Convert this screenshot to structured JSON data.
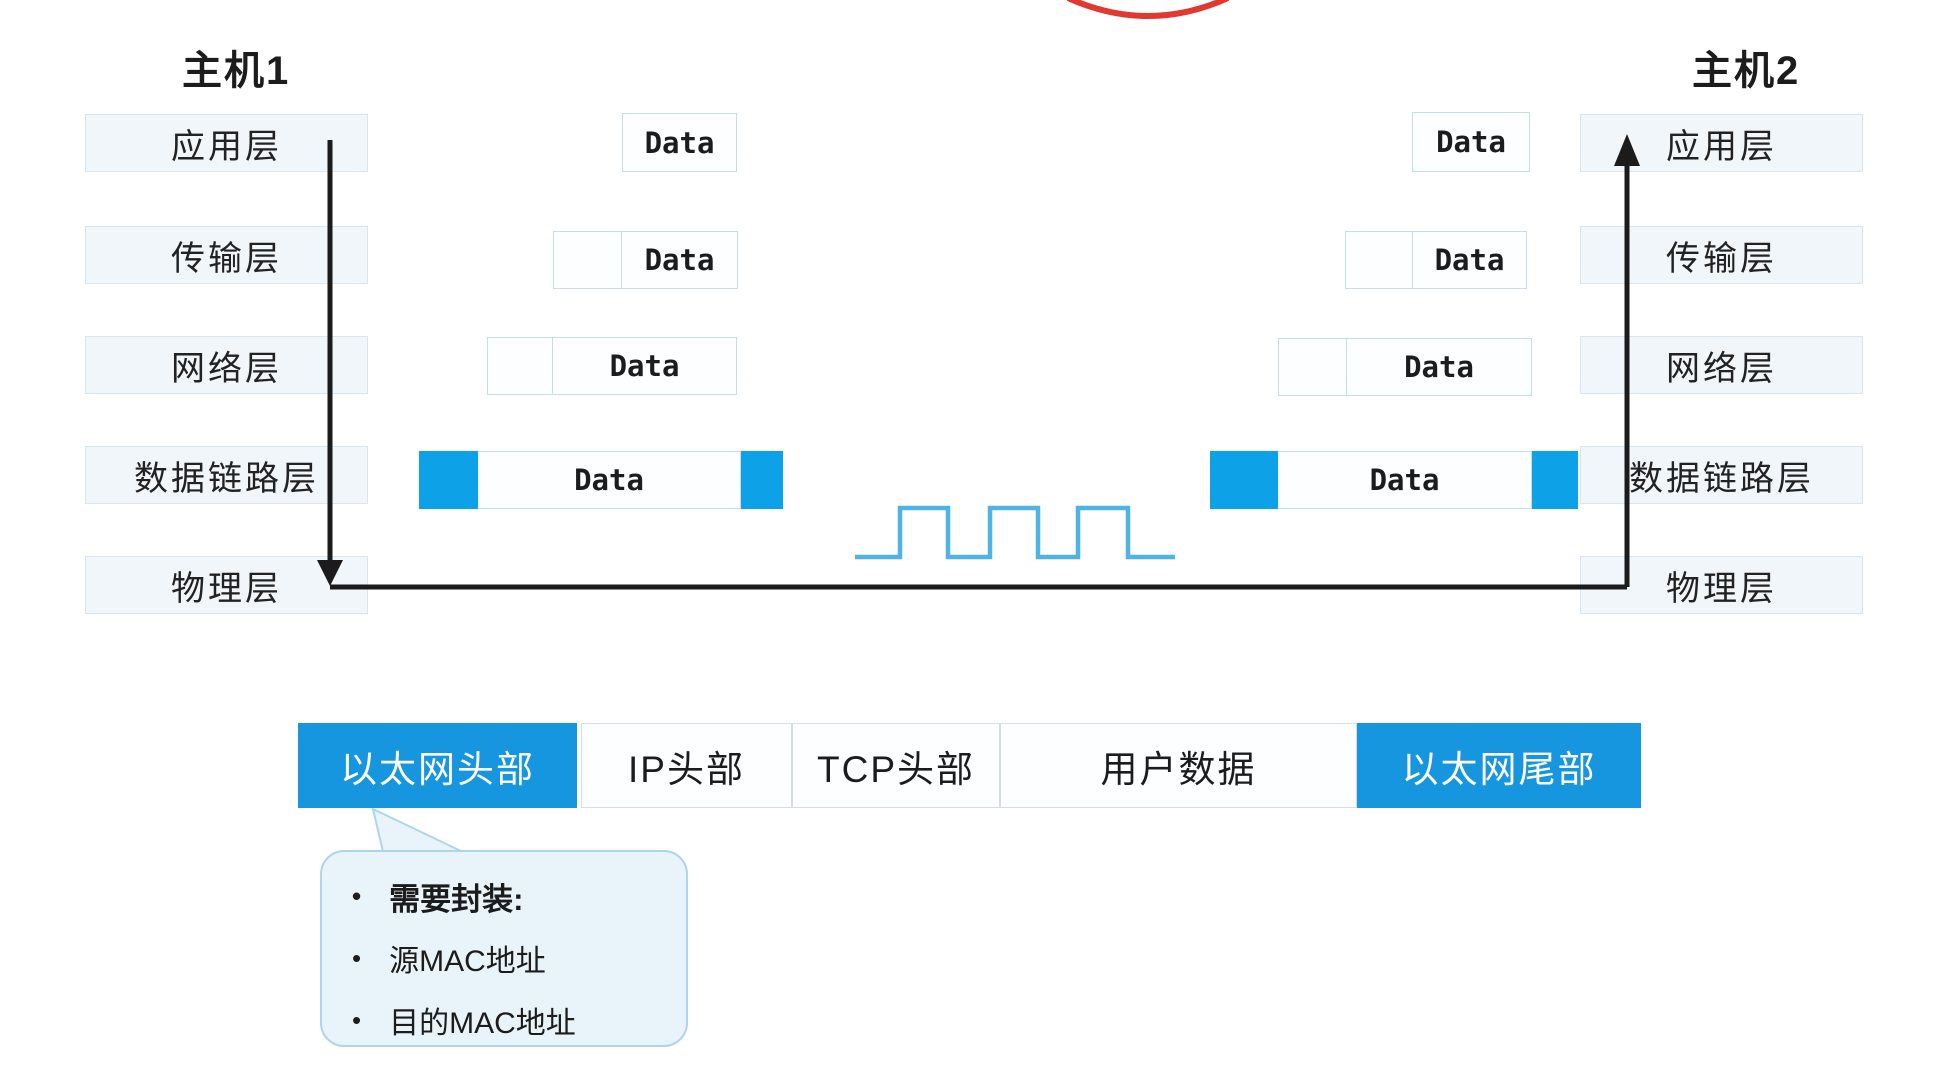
{
  "diagram_title_note": "TCP/IP encapsulation between two hosts",
  "hosts": [
    {
      "title": "主机1",
      "layers": [
        "应用层",
        "传输层",
        "网络层",
        "数据链路层",
        "物理层"
      ]
    },
    {
      "title": "主机2",
      "layers": [
        "应用层",
        "传输层",
        "网络层",
        "数据链路层",
        "物理层"
      ]
    }
  ],
  "encapsulation": {
    "data_label": "Data"
  },
  "frame_bar": {
    "segments": [
      {
        "label": "以太网头部",
        "style": "blue"
      },
      {
        "label": "IP头部",
        "style": "white"
      },
      {
        "label": "TCP头部",
        "style": "white"
      },
      {
        "label": "用户数据",
        "style": "white"
      },
      {
        "label": "以太网尾部",
        "style": "blue"
      }
    ]
  },
  "callout": {
    "items": [
      {
        "text": "需要封装:"
      },
      {
        "text": "源MAC地址"
      },
      {
        "text": "目的MAC地址"
      }
    ]
  },
  "colors": {
    "accent_blue": "#0da2e8",
    "bar_blue": "#1596df",
    "wave_blue": "#4fb3e6",
    "arrow_black": "#1b1b1b",
    "red_annotation": "#e2382f",
    "layer_fill": "#f0f6fa",
    "callout_fill": "#e9f4fa"
  }
}
